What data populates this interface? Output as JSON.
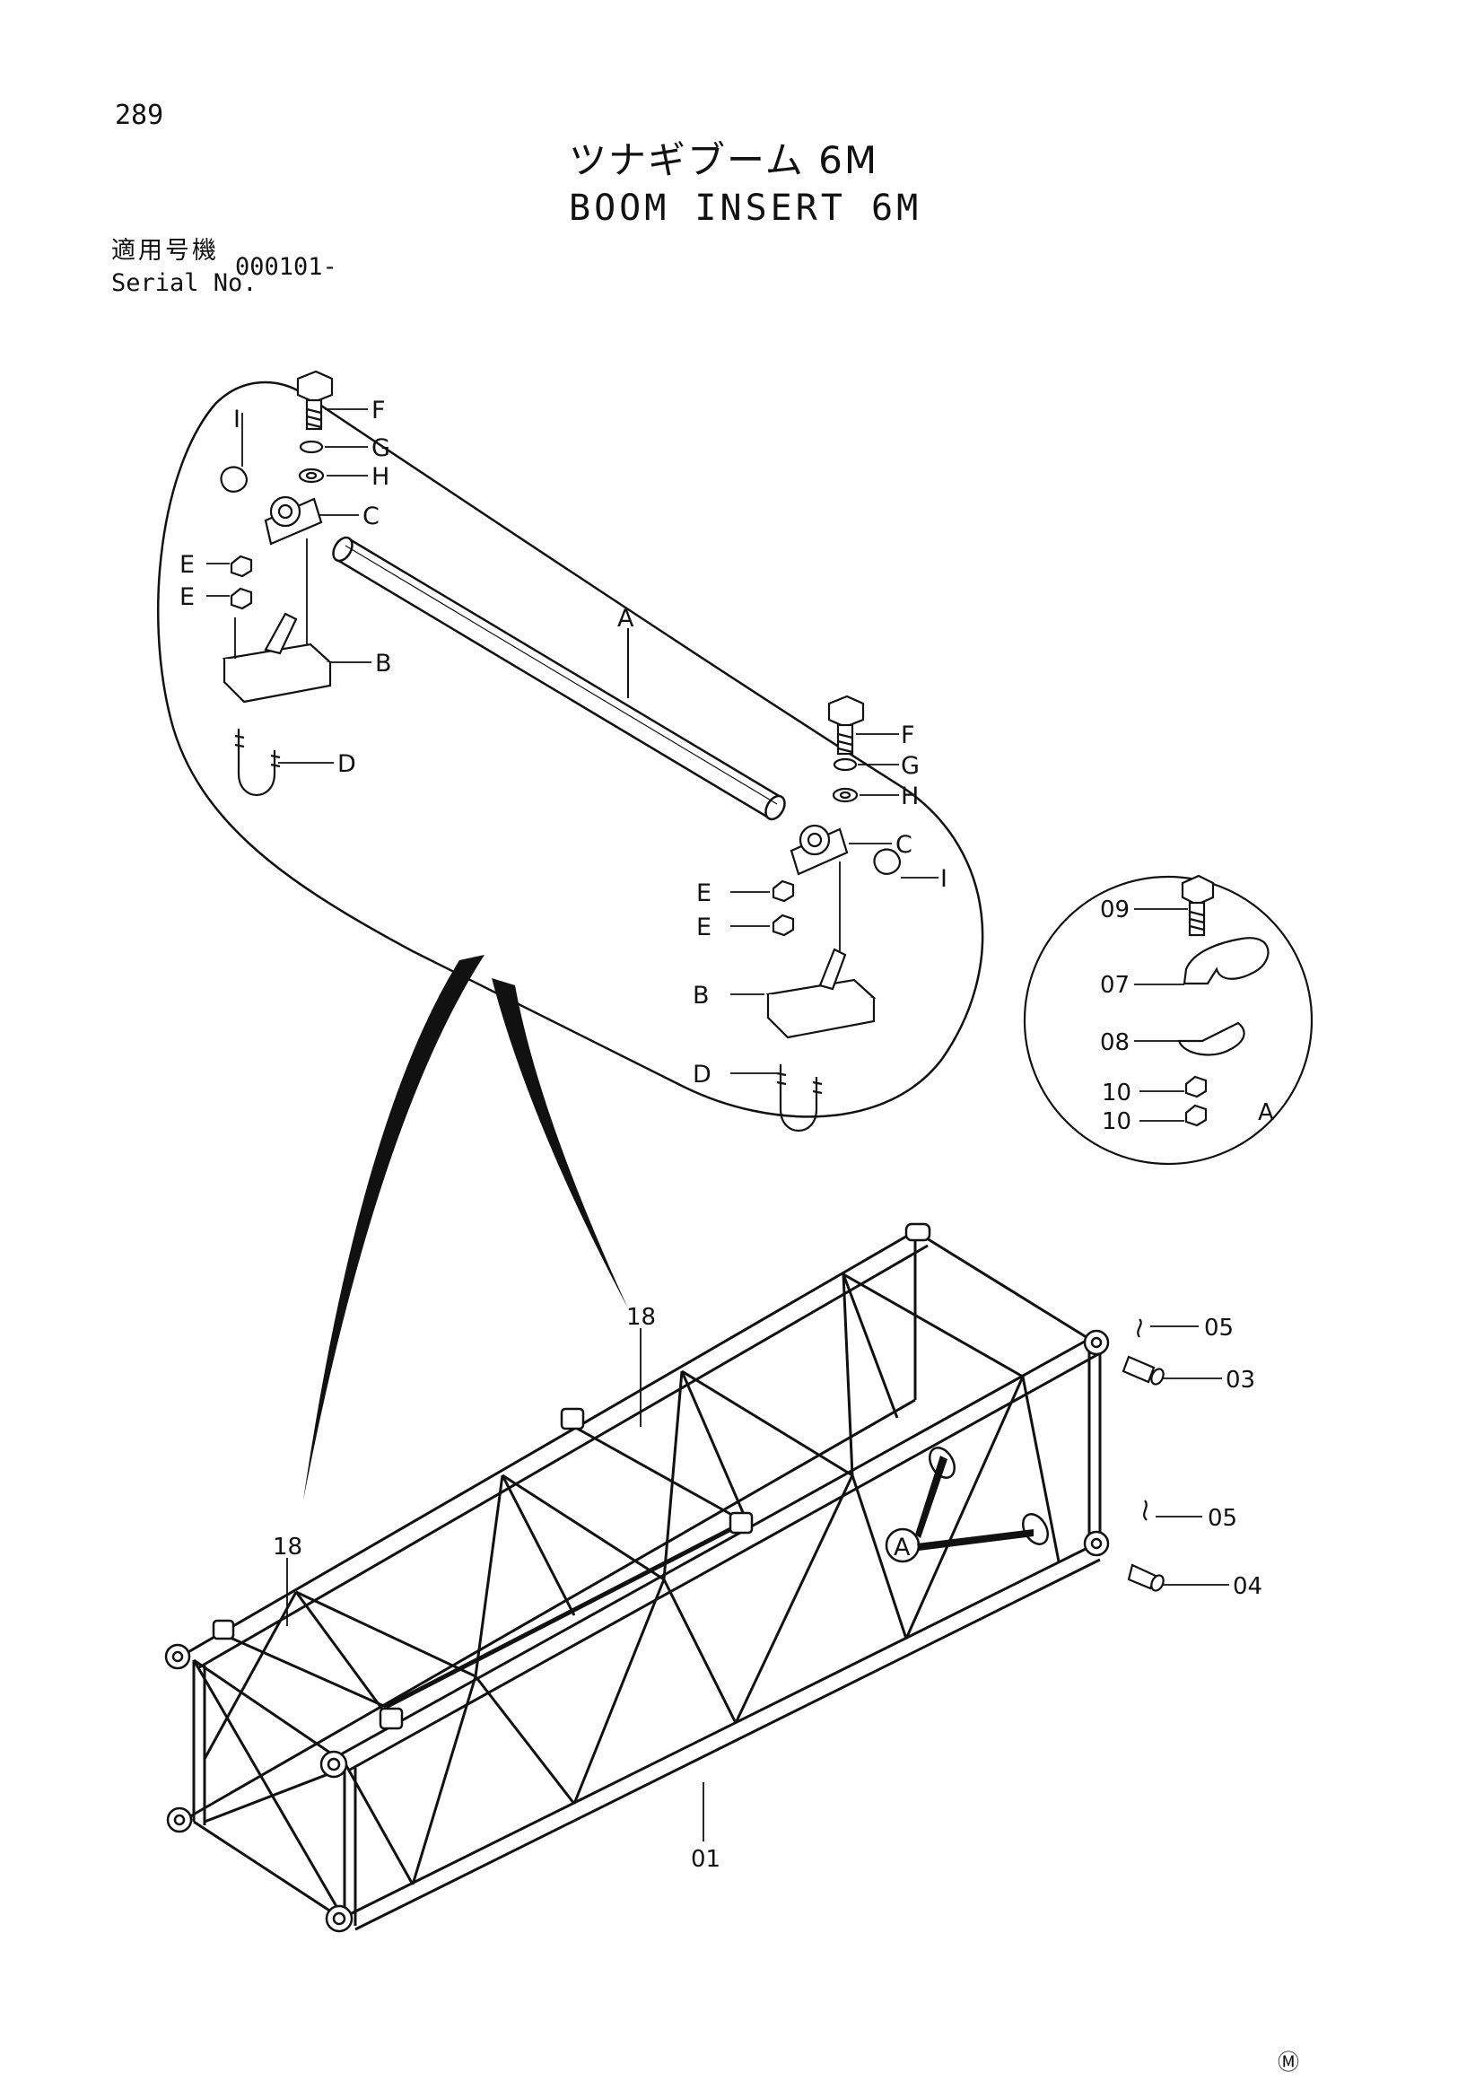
{
  "header": {
    "page_number": "289",
    "title_jp": "ツナギブーム 6M",
    "title_en": "BOOM INSERT 6M",
    "serial_label_jp": "適用号機",
    "serial_label_en": "Serial No.",
    "serial_value": "000101-"
  },
  "detail_a_callouts": {
    "shaft": "A",
    "bracket": "B",
    "bearing": "C",
    "u_bolt": "D",
    "nut": "E",
    "bolt": "F",
    "spring_washer": "G",
    "washer": "H",
    "clip": "I"
  },
  "detail_circle_callouts": {
    "bolt": "09",
    "clamp_upper": "07",
    "clamp_lower": "08",
    "nut": "10",
    "ref": "A"
  },
  "main_callouts": {
    "frame": "01",
    "pin_upper": "03",
    "pin_lower": "04",
    "cotter": "05",
    "tube": "18",
    "ref_bubble": "A"
  },
  "footer": {
    "mark": "Ⓜ"
  }
}
